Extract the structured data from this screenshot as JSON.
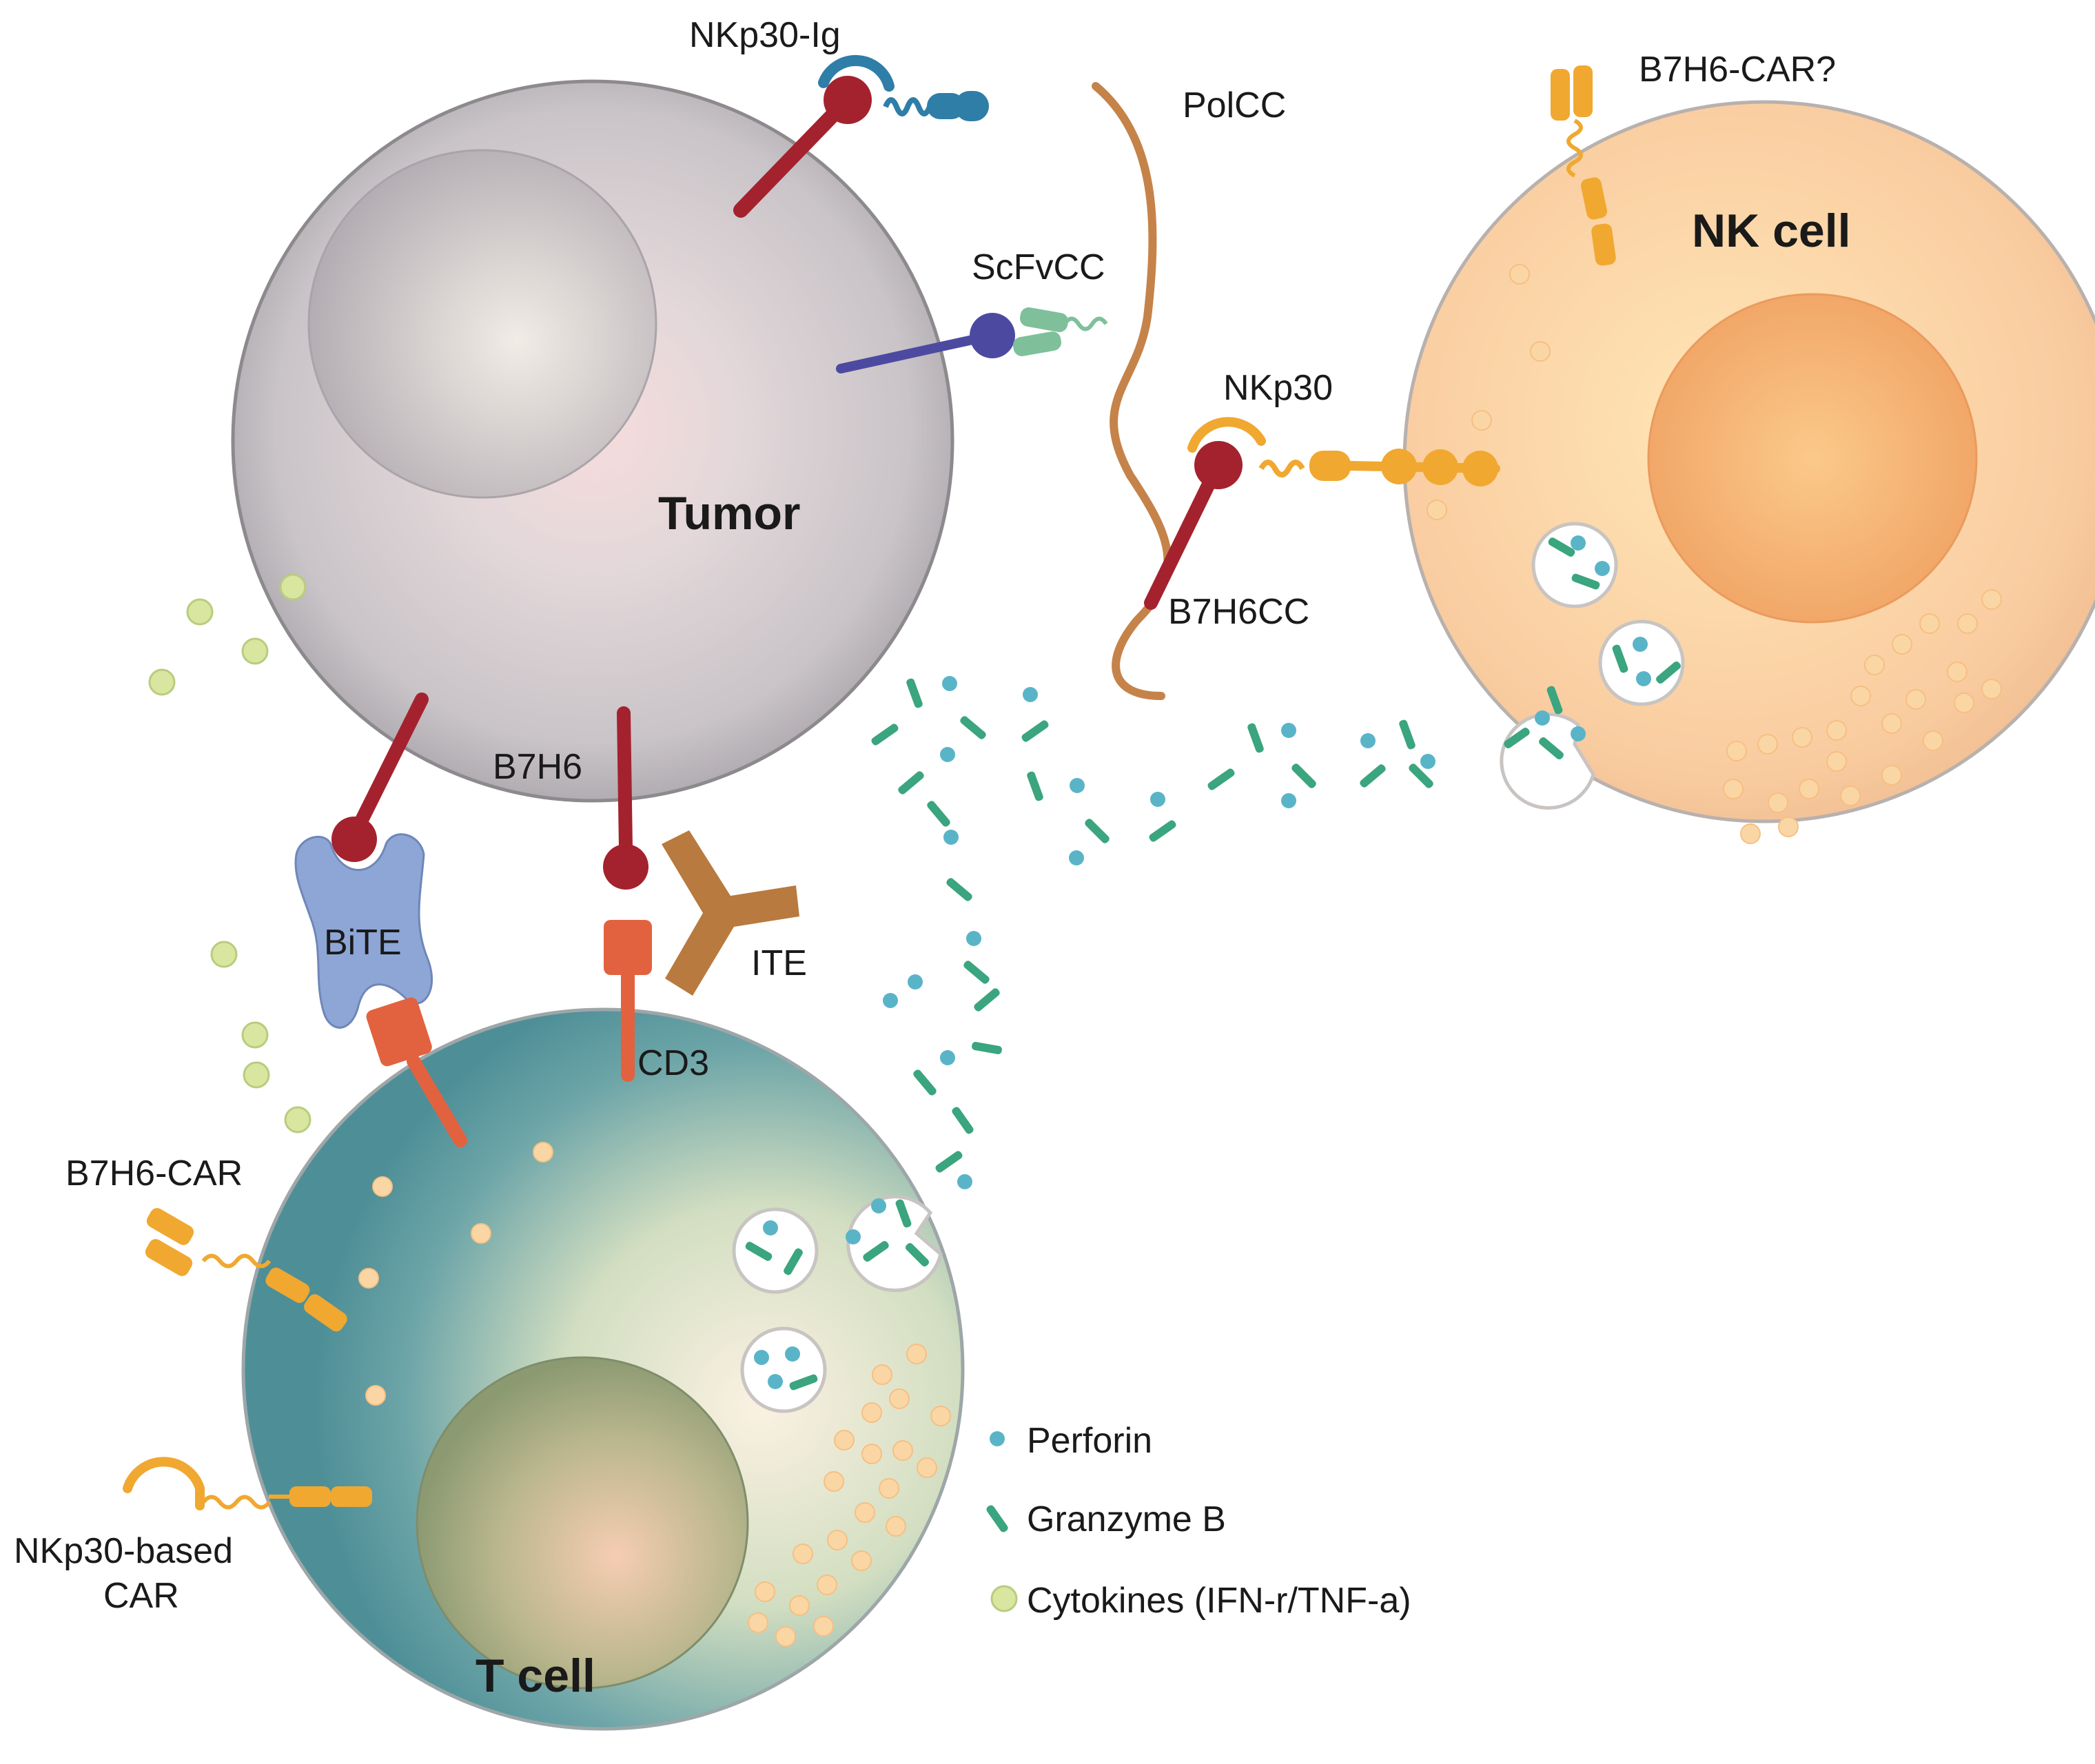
{
  "labels": {
    "nkp30_ig": "NKp30-Ig",
    "polcc": "PolCC",
    "b7h6_car_q": "B7H6-CAR?",
    "nk_cell": "NK cell",
    "scfvcc": "ScFvCC",
    "nkp30": "NKp30",
    "tumor": "Tumor",
    "b7h6cc": "B7H6CC",
    "b7h6": "B7H6",
    "bite": "BiTE",
    "ite": "ITE",
    "cd3": "CD3",
    "b7h6_car": "B7H6-CAR",
    "nkp30_based_car_line1": "NKp30-based",
    "nkp30_based_car_line2": "CAR",
    "t_cell": "T cell"
  },
  "legend": {
    "perforin": "Perforin",
    "granzyme": "Granzyme B",
    "cytokines": "Cytokines (IFN-r/TNF-a)"
  },
  "colors": {
    "tumor_receptor": "#a3222e",
    "bite": "#8da6d6",
    "cd3": "#e2623f",
    "ite": "#b87a3e",
    "nkp30": "#f0a830",
    "polcc": "#c5834a",
    "scfv_ligand": "#4c4aa0",
    "scfv": "#7fc09b",
    "nkp30_ig": "#2e7ea8",
    "perforin": "#5ab4c8",
    "granzyme": "#3aa57e",
    "cytokine": "#d8e6a0"
  }
}
